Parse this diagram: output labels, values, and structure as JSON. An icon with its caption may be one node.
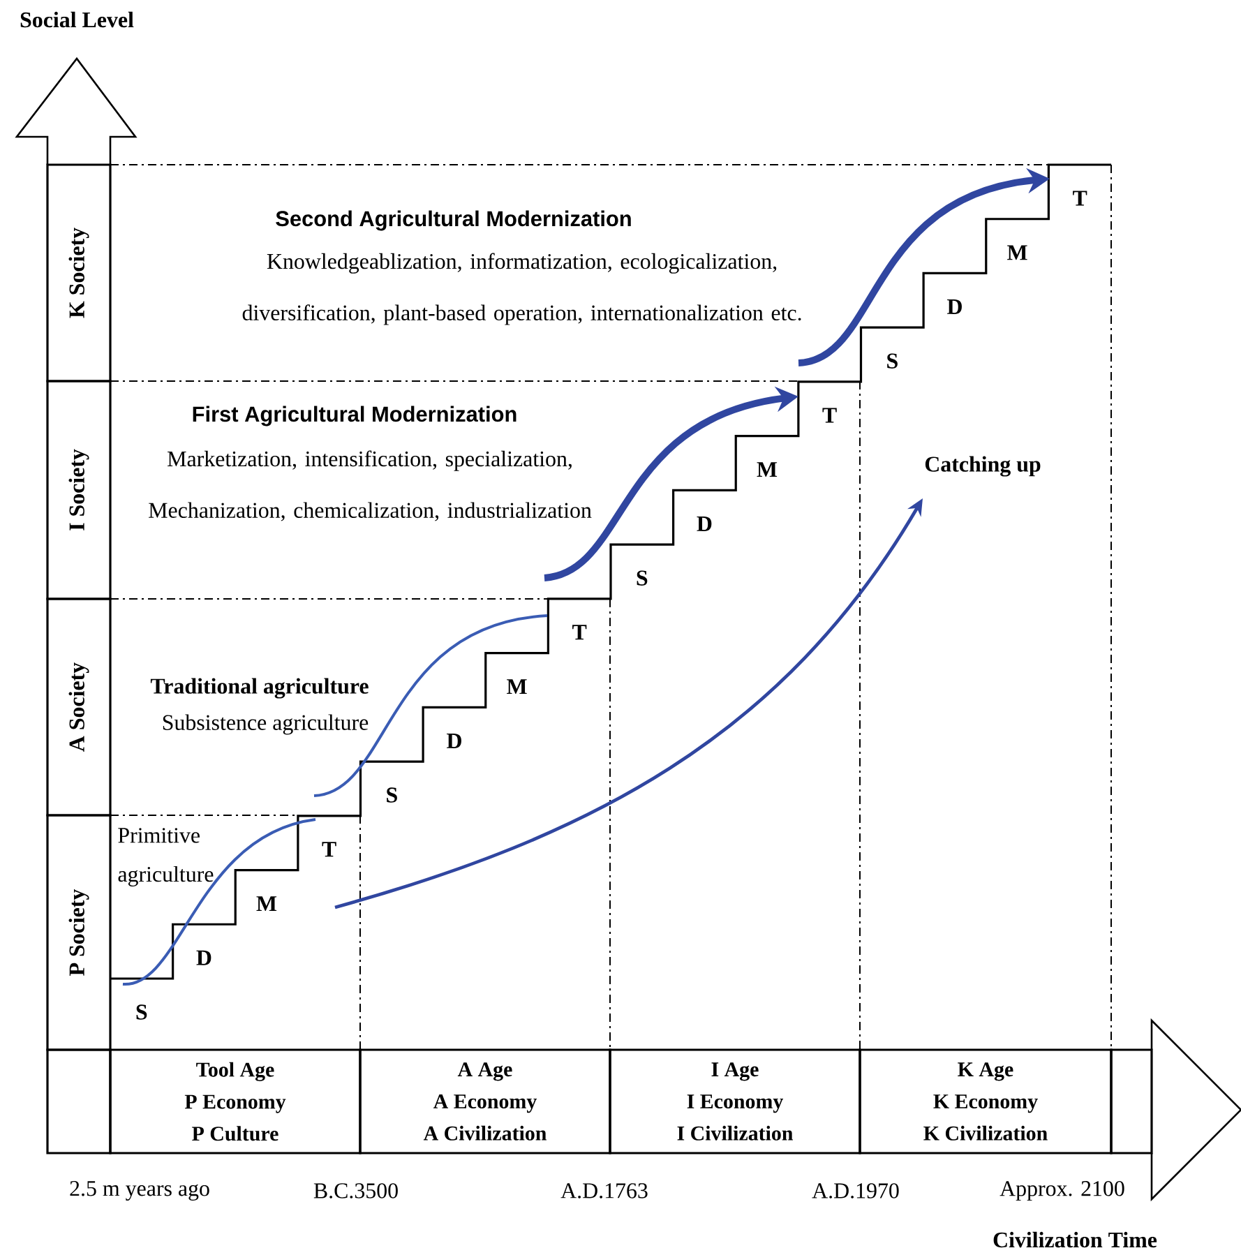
{
  "diagram": {
    "nodes": [
      {
        "text": [
          "K Society"
        ]
      },
      {
        "text": [
          "I Society"
        ]
      },
      {
        "text": [
          "A Society"
        ]
      },
      {
        "text": [
          "P Society"
        ]
      },
      {
        "text": [],
        "shape": "box"
      },
      {
        "text": [
          "Tool Age",
          "P Economy",
          "P Culture"
        ]
      },
      {
        "text": [
          "A Age",
          "A Economy",
          "A Civilization"
        ]
      },
      {
        "text": [
          "I Age",
          "I Economy",
          "I Civilization"
        ]
      },
      {
        "text": [
          "K Age",
          "K Economy",
          "K Civilization"
        ]
      },
      {
        "text": [],
        "shape": "box"
      }
    ],
    "labels": [
      "Social Level",
      "Second Agricultural Modernization",
      "Knowledgeablization, informatization, ecologicalization, diversification, plant-based operation, internationalization etc.",
      "First Agricultural Modernization",
      "Marketization, intensification, specialization, Mechanization, chemicalization, industrialization",
      "Catching up",
      "Traditional agriculture",
      "Subsistence agriculture",
      "Primitive agriculture",
      "S",
      "D",
      "M",
      "T",
      "S",
      "D",
      "M",
      "T",
      "S",
      "D",
      "M",
      "T",
      "S",
      "D",
      "M",
      "T",
      "2.5 m years ago",
      "B.C.3500",
      "A.D.1763",
      "A.D.1970",
      "Approx. 2100",
      "Civilization Time"
    ]
  }
}
